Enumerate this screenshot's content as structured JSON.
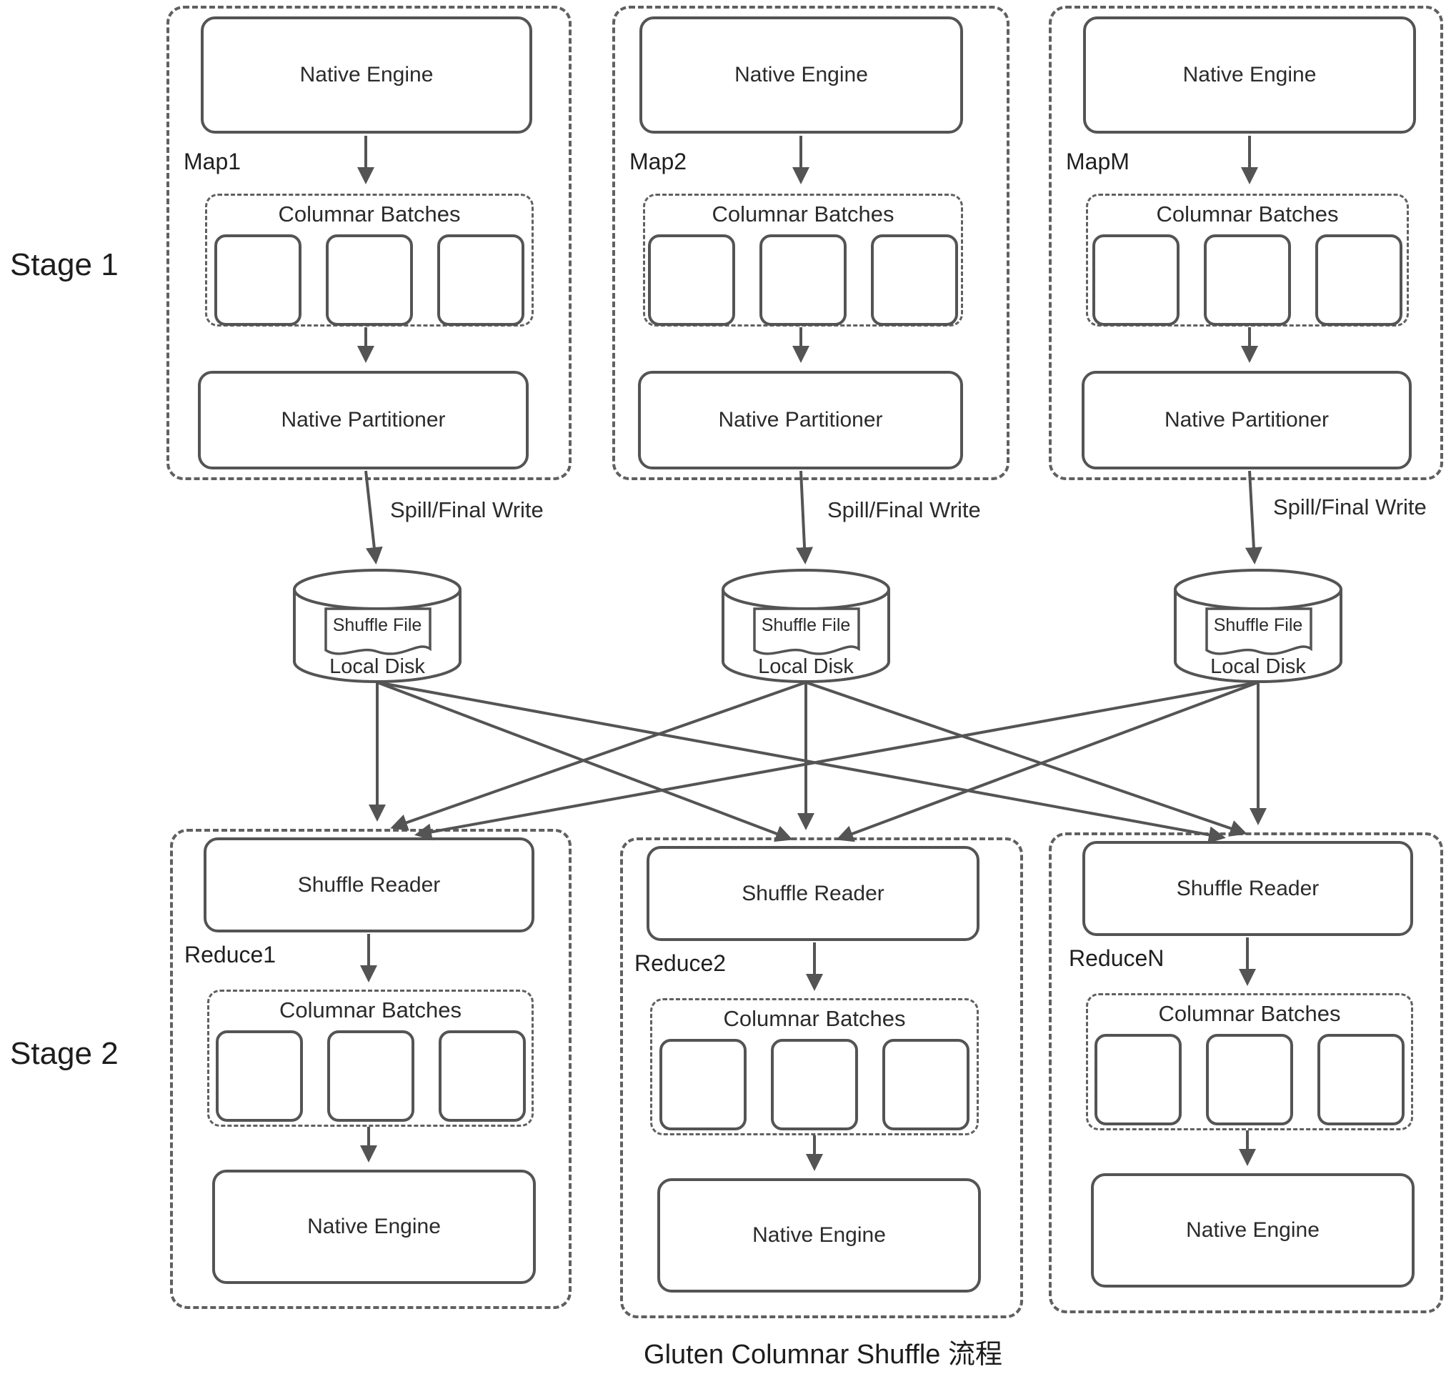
{
  "diagram_title": "Gluten Columnar Shuffle 流程",
  "stage1": {
    "label": "Stage 1",
    "maps": [
      {
        "label": "Map1",
        "engine": "Native Engine",
        "batches_title": "Columnar Batches",
        "partitioner": "Native Partitioner",
        "spill_label": "Spill/Final Write",
        "disk_file": "Shuffle File",
        "disk_name": "Local Disk"
      },
      {
        "label": "Map2",
        "engine": "Native Engine",
        "batches_title": "Columnar Batches",
        "partitioner": "Native Partitioner",
        "spill_label": "Spill/Final Write",
        "disk_file": "Shuffle File",
        "disk_name": "Local Disk"
      },
      {
        "label": "MapM",
        "engine": "Native Engine",
        "batches_title": "Columnar Batches",
        "partitioner": "Native Partitioner",
        "spill_label": "Spill/Final Write",
        "disk_file": "Shuffle File",
        "disk_name": "Local Disk"
      }
    ]
  },
  "stage2": {
    "label": "Stage 2",
    "reduces": [
      {
        "label": "Reduce1",
        "reader": "Shuffle Reader",
        "batches_title": "Columnar Batches",
        "engine": "Native Engine"
      },
      {
        "label": "Reduce2",
        "reader": "Shuffle Reader",
        "batches_title": "Columnar Batches",
        "engine": "Native Engine"
      },
      {
        "label": "ReduceN",
        "reader": "Shuffle Reader",
        "batches_title": "Columnar Batches",
        "engine": "Native Engine"
      }
    ]
  },
  "colors": {
    "stroke": "#545454",
    "dashed_stroke": "#606060",
    "text": "#2b2b2b",
    "background": "#ffffff"
  }
}
